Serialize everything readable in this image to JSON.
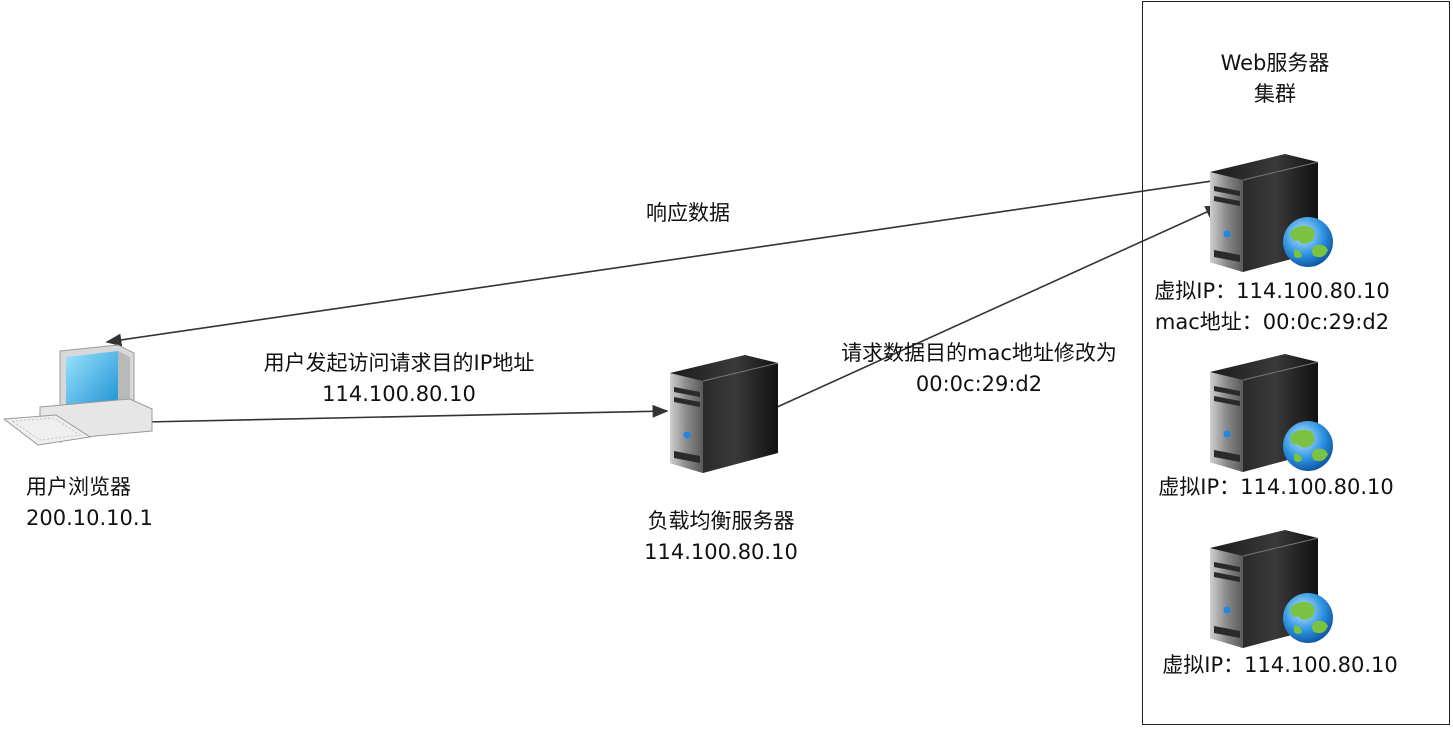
{
  "cluster": {
    "title_line1": "Web服务器",
    "title_line2": "集群"
  },
  "client": {
    "name": "用户浏览器",
    "ip": "200.10.10.1"
  },
  "load_balancer": {
    "name": "负载均衡服务器",
    "ip": "114.100.80.10"
  },
  "edges": {
    "request_line1": "用户发起访问请求目的IP地址",
    "request_line2": "114.100.80.10",
    "forward_line1": "请求数据目的mac地址修改为",
    "forward_line2": "00:0c:29:d2",
    "response": "响应数据"
  },
  "servers": [
    {
      "vip": "虚拟IP：114.100.80.10",
      "mac": "mac地址：00:0c:29:d2"
    },
    {
      "vip": "虚拟IP：114.100.80.10"
    },
    {
      "vip": "虚拟IP：114.100.80.10"
    }
  ],
  "colors": {
    "line": "#333333",
    "server_body": "#2b2b2b",
    "server_face": "#4a4a4a",
    "monitor_screen": "#3fb4e6",
    "globe_blue": "#1e88e5",
    "globe_green": "#7cc242"
  },
  "icons": {
    "client": "desktop-computer-icon",
    "load_balancer": "server-tower-icon",
    "web_server": "web-server-globe-icon"
  }
}
